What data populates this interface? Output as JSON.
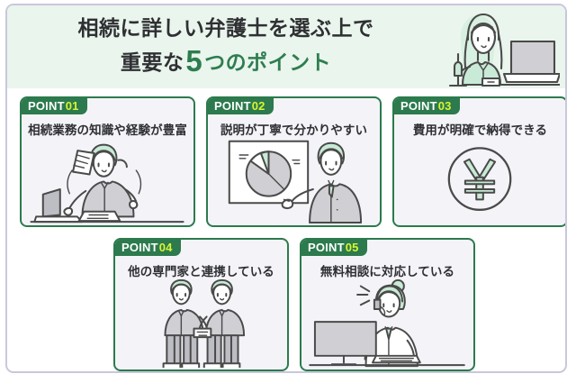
{
  "header": {
    "title_line1": "相続に詳しい弁護士を選ぶ上で",
    "title_line2_prefix": "重要な",
    "title_number": "5",
    "title_line2_suffix": "つのポイント",
    "illustration": "woman-pointing-with-laptop"
  },
  "colors": {
    "brand_green": "#2c7a4d",
    "accent_green_text": "#2e7d4f",
    "badge_number_lime": "#d8f531",
    "header_background": "#e9f5ed",
    "card_background": "#f4f4f8",
    "outer_border": "#c8c8dc",
    "body_text": "#2f3033"
  },
  "cards": [
    {
      "badge_label": "POINT",
      "badge_number": "01",
      "title": "相続業務の知識や経験が豊富",
      "illustration": "lawyer-on-phone-with-laptop-and-documents"
    },
    {
      "badge_label": "POINT",
      "badge_number": "02",
      "title": "説明が丁寧で分かりやすい",
      "illustration": "presenter-pointing-at-pie-chart-board"
    },
    {
      "badge_label": "POINT",
      "badge_number": "03",
      "title": "費用が明確で納得できる",
      "illustration": "yen-symbol-in-circle"
    },
    {
      "badge_label": "POINT",
      "badge_number": "04",
      "title": "他の専門家と連携している",
      "illustration": "two-businessmen-shaking-hands"
    },
    {
      "badge_label": "POINT",
      "badge_number": "05",
      "title": "無料相談に対応している",
      "illustration": "woman-with-headset-at-desktop-computer"
    }
  ]
}
